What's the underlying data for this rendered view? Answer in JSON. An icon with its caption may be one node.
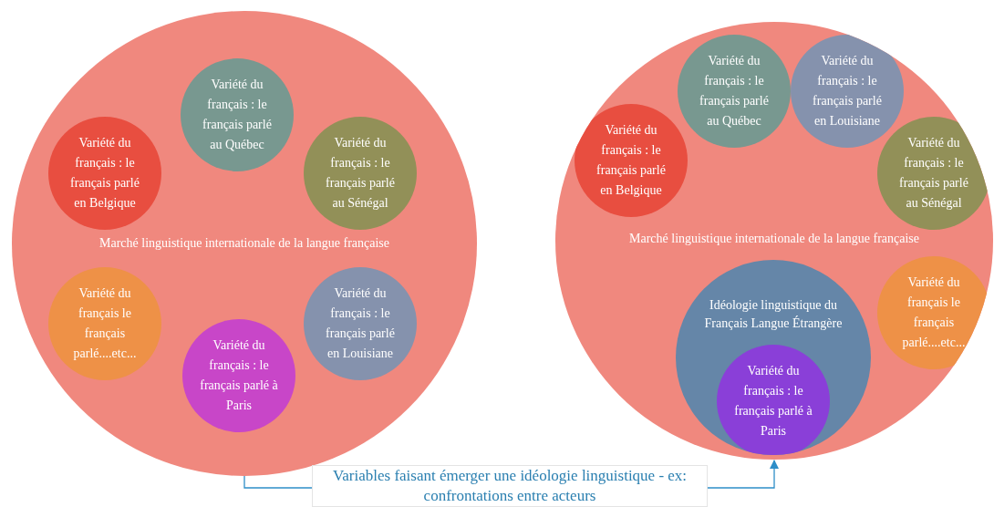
{
  "diagram": {
    "nodes": [
      {
        "text": [
          "Marché linguistique internationale de la langue française"
        ]
      },
      {
        "text": [
          "Variété du français : le français parlé au Québec"
        ],
        "in": 0
      },
      {
        "text": [
          "Variété du français : le français parlé en Belgique"
        ],
        "in": 0
      },
      {
        "text": [
          "Variété du français : le français parlé au Sénégal"
        ],
        "in": 0
      },
      {
        "text": [
          "Variété du français le français parlé....etc..."
        ],
        "in": 0
      },
      {
        "text": [
          "Variété du français : le français parlé en Louisiane"
        ],
        "in": 0
      },
      {
        "text": [
          "Variété du français : le français parlé à Paris"
        ],
        "in": 0
      },
      {
        "text": [
          "Marché linguistique internationale de la langue française"
        ]
      },
      {
        "text": [
          "Variété du français : le français parlé en Belgique"
        ],
        "in": 7
      },
      {
        "text": [
          "Variété du français : le français parlé au Québec"
        ],
        "in": 7
      },
      {
        "text": [
          "Variété du français : le français parlé en Louisiane"
        ],
        "in": 7
      },
      {
        "text": [
          "Variété du français : le français parlé au Sénégal"
        ],
        "in": 7
      },
      {
        "text": [
          "Idéologie linguistique du Français Langue Étrangère"
        ],
        "in": 7
      },
      {
        "text": [
          "Variété du français : le français parlé à Paris"
        ],
        "in": 12
      },
      {
        "text": [
          "Variété du français le français parlé....etc..."
        ],
        "in": 7
      }
    ],
    "edges": [
      {
        "from": 0,
        "to": 7,
        "arrow": "to",
        "label": "Variables faisant émerger une idéologie linguistique - ex: confrontations entre acteurs"
      }
    ]
  }
}
